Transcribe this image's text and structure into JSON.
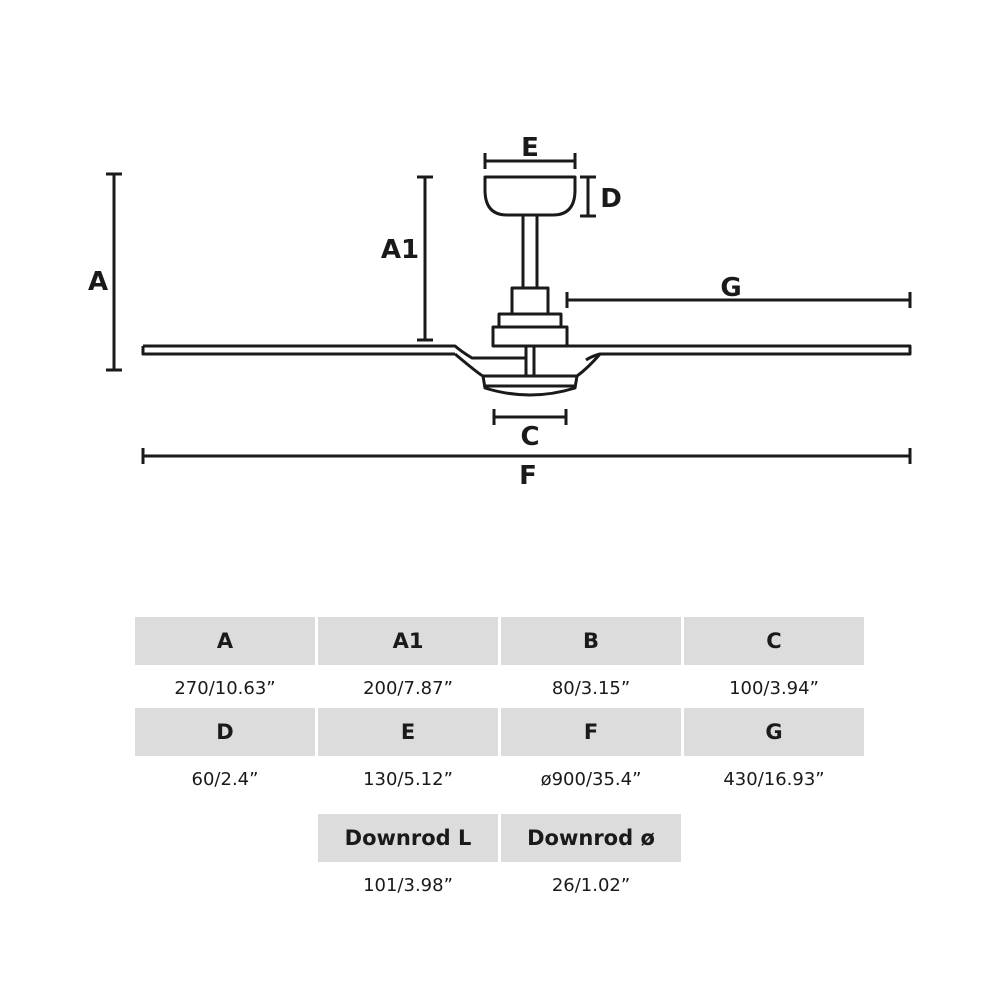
{
  "diagram": {
    "labels": {
      "A": "A",
      "A1": "A1",
      "C": "C",
      "D": "D",
      "E": "E",
      "F": "F",
      "G": "G"
    },
    "line_color": "#1a1a1a"
  },
  "table": {
    "header_bg": "#dcdcdc",
    "rows": [
      {
        "headers": [
          "A",
          "A1",
          "B",
          "C"
        ],
        "values": [
          "270/10.63”",
          "200/7.87”",
          "80/3.15”",
          "100/3.94”"
        ]
      },
      {
        "headers": [
          "D",
          "E",
          "F",
          "G"
        ],
        "values": [
          "60/2.4”",
          "130/5.12”",
          "ø900/35.4”",
          "430/16.93”"
        ]
      },
      {
        "headers": [
          "Downrod L",
          "Downrod ø"
        ],
        "values": [
          "101/3.98”",
          "26/1.02”"
        ]
      }
    ]
  }
}
